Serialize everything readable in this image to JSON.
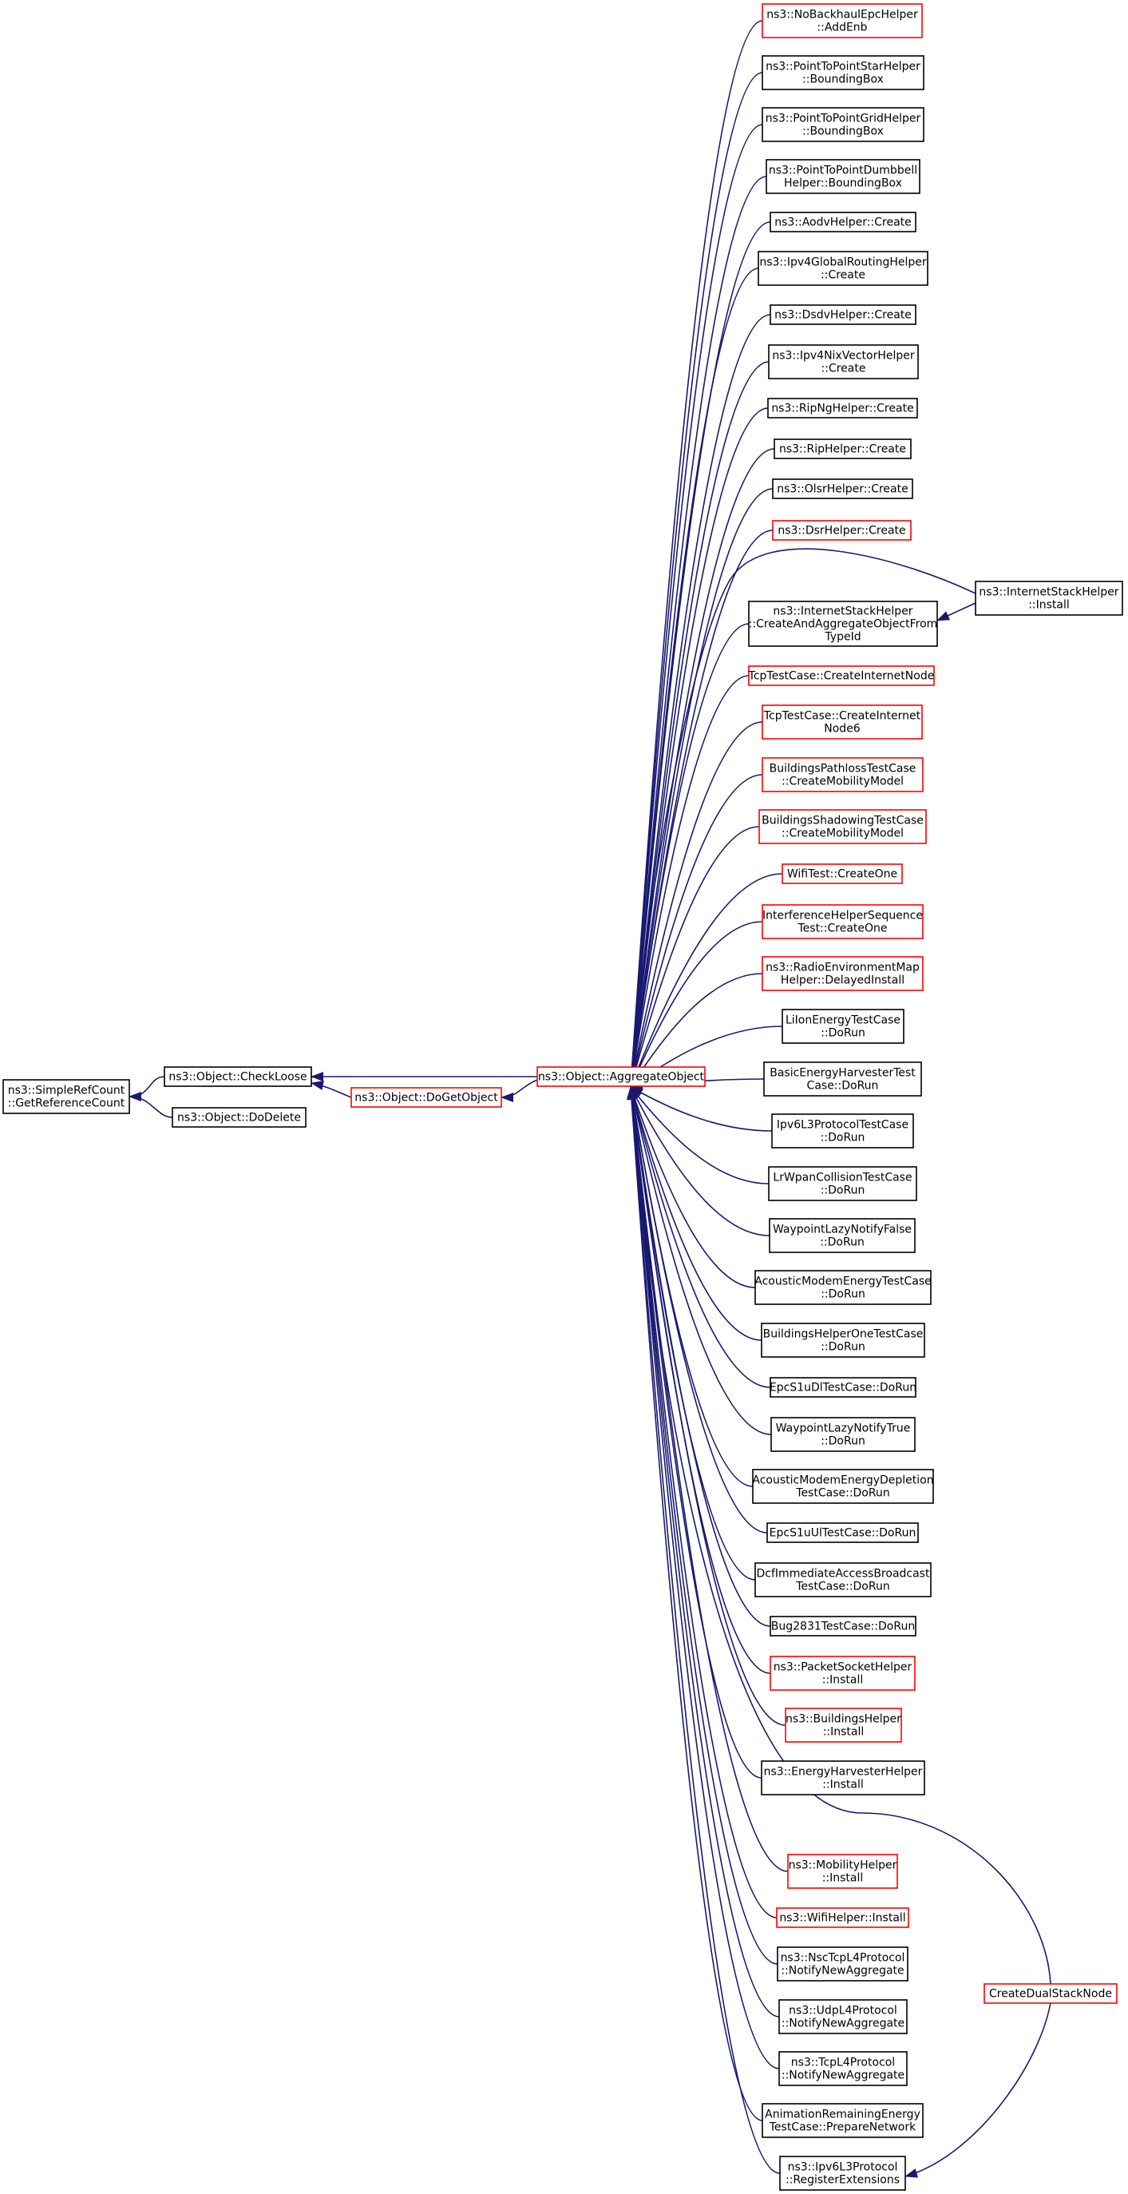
{
  "graph": {
    "colors": {
      "edge": "#191970",
      "border_normal": "#000000",
      "border_truncated": "#ff0000",
      "focus_fill": "#bfbfbf",
      "node_fill": "#ffffff"
    },
    "nodes": [
      {
        "id": "root",
        "lines": [
          "ns3::SimpleRefCount",
          "::GetReferenceCount"
        ],
        "style": "focus"
      },
      {
        "id": "checkloose",
        "lines": [
          "ns3::Object::CheckLoose"
        ],
        "style": "normal"
      },
      {
        "id": "dodelete",
        "lines": [
          "ns3::Object::DoDelete"
        ],
        "style": "normal"
      },
      {
        "id": "dogetobject",
        "lines": [
          "ns3::Object::DoGetObject"
        ],
        "style": "truncated"
      },
      {
        "id": "aggregate",
        "lines": [
          "ns3::Object::AggregateObject"
        ],
        "style": "truncated"
      },
      {
        "id": "c01",
        "lines": [
          "ns3::NoBackhaulEpcHelper",
          "::AddEnb"
        ],
        "style": "truncated"
      },
      {
        "id": "c02",
        "lines": [
          "ns3::PointToPointStarHelper",
          "::BoundingBox"
        ],
        "style": "normal"
      },
      {
        "id": "c03",
        "lines": [
          "ns3::PointToPointGridHelper",
          "::BoundingBox"
        ],
        "style": "normal"
      },
      {
        "id": "c04",
        "lines": [
          "ns3::PointToPointDumbbell",
          "Helper::BoundingBox"
        ],
        "style": "normal"
      },
      {
        "id": "c05",
        "lines": [
          "ns3::AodvHelper::Create"
        ],
        "style": "normal"
      },
      {
        "id": "c06",
        "lines": [
          "ns3::Ipv4GlobalRoutingHelper",
          "::Create"
        ],
        "style": "normal"
      },
      {
        "id": "c07",
        "lines": [
          "ns3::DsdvHelper::Create"
        ],
        "style": "normal"
      },
      {
        "id": "c08",
        "lines": [
          "ns3::Ipv4NixVectorHelper",
          "::Create"
        ],
        "style": "normal"
      },
      {
        "id": "c09",
        "lines": [
          "ns3::RipNgHelper::Create"
        ],
        "style": "normal"
      },
      {
        "id": "c10",
        "lines": [
          "ns3::RipHelper::Create"
        ],
        "style": "normal"
      },
      {
        "id": "c11",
        "lines": [
          "ns3::OlsrHelper::Create"
        ],
        "style": "normal"
      },
      {
        "id": "c12",
        "lines": [
          "ns3::DsrHelper::Create"
        ],
        "style": "truncated"
      },
      {
        "id": "c13",
        "lines": [
          "ns3::InternetStackHelper",
          "::CreateAndAggregateObjectFrom",
          "TypeId"
        ],
        "style": "normal"
      },
      {
        "id": "c14",
        "lines": [
          "TcpTestCase::CreateInternetNode"
        ],
        "style": "truncated"
      },
      {
        "id": "c15",
        "lines": [
          "TcpTestCase::CreateInternet",
          "Node6"
        ],
        "style": "truncated"
      },
      {
        "id": "c16",
        "lines": [
          "BuildingsPathlossTestCase",
          "::CreateMobilityModel"
        ],
        "style": "truncated"
      },
      {
        "id": "c17",
        "lines": [
          "BuildingsShadowingTestCase",
          "::CreateMobilityModel"
        ],
        "style": "truncated"
      },
      {
        "id": "c18",
        "lines": [
          "WifiTest::CreateOne"
        ],
        "style": "truncated"
      },
      {
        "id": "c19",
        "lines": [
          "InterferenceHelperSequence",
          "Test::CreateOne"
        ],
        "style": "truncated"
      },
      {
        "id": "c20",
        "lines": [
          "ns3::RadioEnvironmentMap",
          "Helper::DelayedInstall"
        ],
        "style": "truncated"
      },
      {
        "id": "c21",
        "lines": [
          "LiIonEnergyTestCase",
          "::DoRun"
        ],
        "style": "normal"
      },
      {
        "id": "c22",
        "lines": [
          "BasicEnergyHarvesterTest",
          "Case::DoRun"
        ],
        "style": "normal"
      },
      {
        "id": "c23",
        "lines": [
          "Ipv6L3ProtocolTestCase",
          "::DoRun"
        ],
        "style": "normal"
      },
      {
        "id": "c24",
        "lines": [
          "LrWpanCollisionTestCase",
          "::DoRun"
        ],
        "style": "normal"
      },
      {
        "id": "c25",
        "lines": [
          "WaypointLazyNotifyFalse",
          "::DoRun"
        ],
        "style": "normal"
      },
      {
        "id": "c26",
        "lines": [
          "AcousticModemEnergyTestCase",
          "::DoRun"
        ],
        "style": "normal"
      },
      {
        "id": "c27",
        "lines": [
          "BuildingsHelperOneTestCase",
          "::DoRun"
        ],
        "style": "normal"
      },
      {
        "id": "c28",
        "lines": [
          "EpcS1uDlTestCase::DoRun"
        ],
        "style": "normal"
      },
      {
        "id": "c29",
        "lines": [
          "WaypointLazyNotifyTrue",
          "::DoRun"
        ],
        "style": "normal"
      },
      {
        "id": "c30",
        "lines": [
          "AcousticModemEnergyDepletion",
          "TestCase::DoRun"
        ],
        "style": "normal"
      },
      {
        "id": "c31",
        "lines": [
          "EpcS1uUlTestCase::DoRun"
        ],
        "style": "normal"
      },
      {
        "id": "c32",
        "lines": [
          "DcfImmediateAccessBroadcast",
          "TestCase::DoRun"
        ],
        "style": "normal"
      },
      {
        "id": "c33",
        "lines": [
          "Bug2831TestCase::DoRun"
        ],
        "style": "normal"
      },
      {
        "id": "c34",
        "lines": [
          "ns3::PacketSocketHelper",
          "::Install"
        ],
        "style": "truncated"
      },
      {
        "id": "c35",
        "lines": [
          "ns3::BuildingsHelper",
          "::Install"
        ],
        "style": "truncated"
      },
      {
        "id": "c36",
        "lines": [
          "ns3::EnergyHarvesterHelper",
          "::Install"
        ],
        "style": "normal"
      },
      {
        "id": "c37",
        "lines": [
          "ns3::MobilityHelper",
          "::Install"
        ],
        "style": "truncated"
      },
      {
        "id": "c38",
        "lines": [
          "ns3::WifiHelper::Install"
        ],
        "style": "truncated"
      },
      {
        "id": "c39",
        "lines": [
          "ns3::NscTcpL4Protocol",
          "::NotifyNewAggregate"
        ],
        "style": "normal"
      },
      {
        "id": "c40",
        "lines": [
          "ns3::UdpL4Protocol",
          "::NotifyNewAggregate"
        ],
        "style": "normal"
      },
      {
        "id": "c41",
        "lines": [
          "ns3::TcpL4Protocol",
          "::NotifyNewAggregate"
        ],
        "style": "normal"
      },
      {
        "id": "c42",
        "lines": [
          "AnimationRemainingEnergy",
          "TestCase::PrepareNetwork"
        ],
        "style": "normal"
      },
      {
        "id": "c43",
        "lines": [
          "ns3::Ipv6L3Protocol",
          "::RegisterExtensions"
        ],
        "style": "normal"
      },
      {
        "id": "ish_install",
        "lines": [
          "ns3::InternetStackHelper",
          "::Install"
        ],
        "style": "normal"
      },
      {
        "id": "dualstack",
        "lines": [
          "CreateDualStackNode"
        ],
        "style": "truncated"
      }
    ],
    "edges": [
      {
        "from": "checkloose",
        "to": "root"
      },
      {
        "from": "dodelete",
        "to": "root"
      },
      {
        "from": "aggregate",
        "to": "checkloose"
      },
      {
        "from": "dogetobject",
        "to": "checkloose"
      },
      {
        "from": "aggregate",
        "to": "dogetobject"
      },
      {
        "from": "c01",
        "to": "aggregate"
      },
      {
        "from": "c02",
        "to": "aggregate"
      },
      {
        "from": "c03",
        "to": "aggregate"
      },
      {
        "from": "c04",
        "to": "aggregate"
      },
      {
        "from": "c05",
        "to": "aggregate"
      },
      {
        "from": "c06",
        "to": "aggregate"
      },
      {
        "from": "c07",
        "to": "aggregate"
      },
      {
        "from": "c08",
        "to": "aggregate"
      },
      {
        "from": "c09",
        "to": "aggregate"
      },
      {
        "from": "c10",
        "to": "aggregate"
      },
      {
        "from": "c11",
        "to": "aggregate"
      },
      {
        "from": "c12",
        "to": "aggregate"
      },
      {
        "from": "ish_install",
        "to": "aggregate"
      },
      {
        "from": "c13",
        "to": "aggregate"
      },
      {
        "from": "c14",
        "to": "aggregate"
      },
      {
        "from": "c15",
        "to": "aggregate"
      },
      {
        "from": "c16",
        "to": "aggregate"
      },
      {
        "from": "c17",
        "to": "aggregate"
      },
      {
        "from": "c18",
        "to": "aggregate"
      },
      {
        "from": "c19",
        "to": "aggregate"
      },
      {
        "from": "c20",
        "to": "aggregate"
      },
      {
        "from": "c21",
        "to": "aggregate"
      },
      {
        "from": "c22",
        "to": "aggregate"
      },
      {
        "from": "c23",
        "to": "aggregate"
      },
      {
        "from": "c24",
        "to": "aggregate"
      },
      {
        "from": "c25",
        "to": "aggregate"
      },
      {
        "from": "c26",
        "to": "aggregate"
      },
      {
        "from": "c27",
        "to": "aggregate"
      },
      {
        "from": "c28",
        "to": "aggregate"
      },
      {
        "from": "c29",
        "to": "aggregate"
      },
      {
        "from": "c30",
        "to": "aggregate"
      },
      {
        "from": "c31",
        "to": "aggregate"
      },
      {
        "from": "c32",
        "to": "aggregate"
      },
      {
        "from": "c33",
        "to": "aggregate"
      },
      {
        "from": "c34",
        "to": "aggregate"
      },
      {
        "from": "c35",
        "to": "aggregate"
      },
      {
        "from": "c36",
        "to": "aggregate"
      },
      {
        "from": "dualstack",
        "to": "aggregate"
      },
      {
        "from": "c37",
        "to": "aggregate"
      },
      {
        "from": "c38",
        "to": "aggregate"
      },
      {
        "from": "c39",
        "to": "aggregate"
      },
      {
        "from": "c40",
        "to": "aggregate"
      },
      {
        "from": "c41",
        "to": "aggregate"
      },
      {
        "from": "c42",
        "to": "aggregate"
      },
      {
        "from": "c43",
        "to": "aggregate"
      },
      {
        "from": "ish_install",
        "to": "c13"
      },
      {
        "from": "dualstack",
        "to": "c43"
      }
    ]
  }
}
